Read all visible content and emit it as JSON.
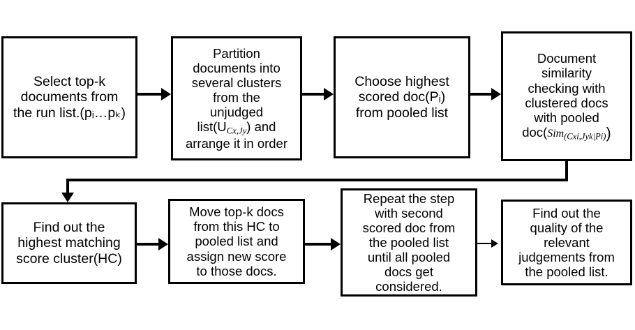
{
  "diagram": {
    "title": "Cluster-based pooled document re-scoring flowchart",
    "type": "flowchart",
    "orientation": "left-to-right, two rows with wrap-around connector",
    "background_color": "#ffffff",
    "line_color": "#000000",
    "nodes": [
      {
        "id": "node-1",
        "order": 1,
        "shape": "rectangle",
        "row": "top",
        "text": "Select top-k\ndocuments from\nthe run list.(pᵢ…pₖ)",
        "lines": [
          "Select top-k",
          "documents from",
          "the run list.(pᵢ…pₖ)"
        ]
      },
      {
        "id": "node-2",
        "order": 2,
        "shape": "rectangle",
        "row": "top",
        "lines": [
          "Partition",
          "documents into",
          "several clusters",
          "from the",
          "unjudged",
          "list(U_Cx,Jy) and",
          "arrange it in order"
        ],
        "formula_inline": "list(U",
        "formula_sub": "Cx,Jy",
        "formula_tail": ") and"
      },
      {
        "id": "node-3",
        "order": 3,
        "shape": "rectangle",
        "row": "top",
        "lines": [
          "Choose highest",
          "scored doc(Pᵢ)",
          "from pooled list"
        ]
      },
      {
        "id": "node-4",
        "order": 4,
        "shape": "rectangle",
        "row": "top",
        "lines": [
          "Document",
          "similarity",
          "checking with",
          "clustered docs",
          "with pooled",
          "doc(Sim_(Cxi,Jyk|Pi))"
        ],
        "formula_prefix": "doc(",
        "formula_fn": "Sim",
        "formula_sub": "(Cxi,Jyk|Pi)",
        "formula_suffix": ")"
      },
      {
        "id": "node-5",
        "order": 5,
        "shape": "rectangle",
        "row": "bottom",
        "text": "Find out the\nhighest matching\nscore cluster(HC)",
        "lines": [
          "Find out the",
          "highest matching",
          "score cluster(HC)"
        ]
      },
      {
        "id": "node-6",
        "order": 6,
        "shape": "rectangle",
        "row": "bottom",
        "text": "Move top-k docs\nfrom this HC to\npooled list and\nassign new score\nto those docs.",
        "lines": [
          "Move top-k docs",
          "from this HC to",
          "pooled list and",
          "assign new score",
          "to those docs."
        ]
      },
      {
        "id": "node-7",
        "order": 7,
        "shape": "rectangle",
        "row": "bottom",
        "text": "Repeat the step\nwith second\nscored doc from\nthe pooled list\nuntil all pooled\ndocs get\nconsidered.",
        "lines": [
          "Repeat the step",
          "with second",
          "scored doc from",
          "the pooled list",
          "until all pooled",
          "docs get",
          "considered."
        ]
      },
      {
        "id": "node-8",
        "order": 8,
        "shape": "rectangle",
        "row": "bottom",
        "text": "Find out the\nquality of the\nrelevant\njudgements from\nthe pooled list.",
        "lines": [
          "Find out the",
          "quality of the",
          "relevant",
          "judgements from",
          "the pooled list."
        ]
      }
    ],
    "edges": [
      {
        "id": "edge-1-2",
        "from": "node-1",
        "to": "node-2",
        "style": "straight-horizontal",
        "arrow": "right",
        "weight": "bold"
      },
      {
        "id": "edge-2-3",
        "from": "node-2",
        "to": "node-3",
        "style": "straight-horizontal",
        "arrow": "right",
        "weight": "bold"
      },
      {
        "id": "edge-3-4",
        "from": "node-3",
        "to": "node-4",
        "style": "straight-horizontal",
        "arrow": "right",
        "weight": "bold"
      },
      {
        "id": "edge-4-5",
        "from": "node-4",
        "to": "node-5",
        "style": "elbow-wrap-down-left-down",
        "arrow": "down",
        "weight": "bold"
      },
      {
        "id": "edge-5-6",
        "from": "node-5",
        "to": "node-6",
        "style": "straight-horizontal",
        "arrow": "right",
        "weight": "bold"
      },
      {
        "id": "edge-6-7",
        "from": "node-6",
        "to": "node-7",
        "style": "straight-horizontal",
        "arrow": "right",
        "weight": "bold"
      },
      {
        "id": "edge-7-8",
        "from": "node-7",
        "to": "node-8",
        "style": "straight-horizontal",
        "arrow": "right",
        "weight": "thin"
      }
    ]
  }
}
